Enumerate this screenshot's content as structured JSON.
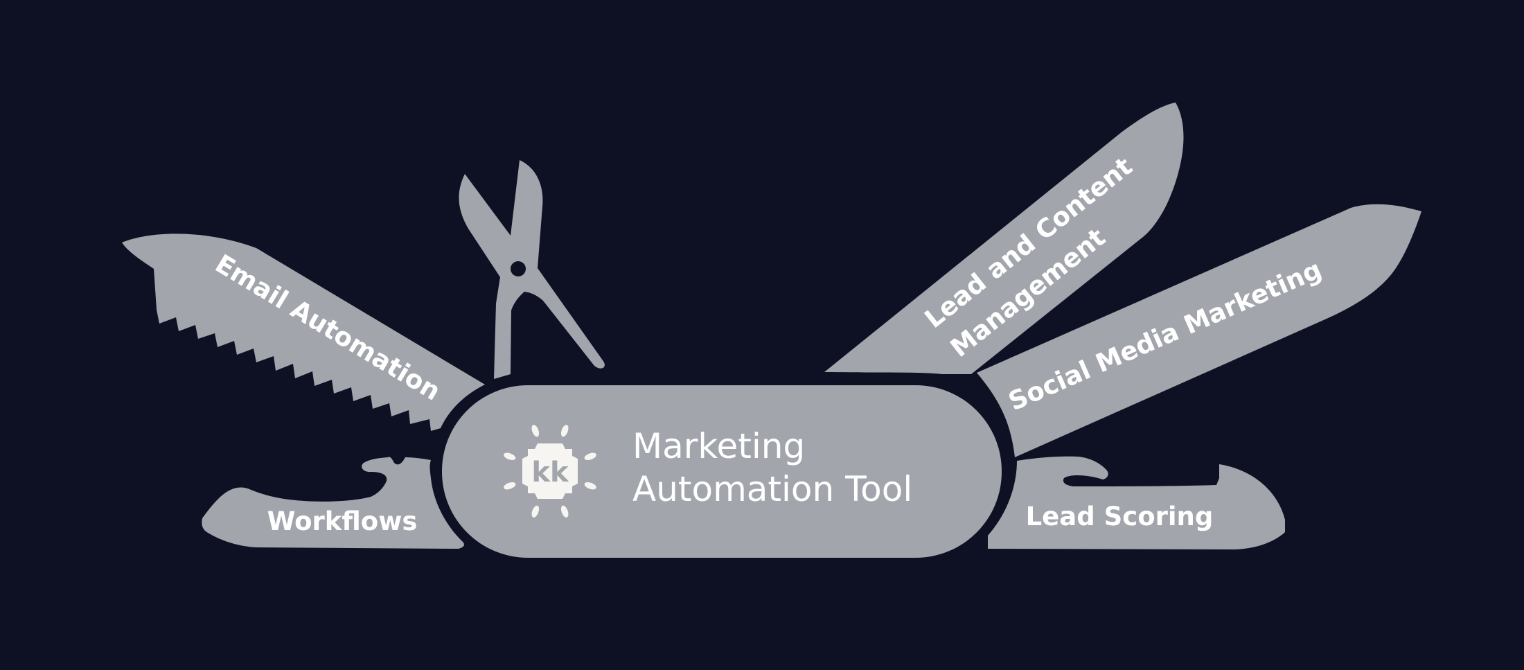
{
  "center": {
    "title_line1": "Marketing",
    "title_line2": "Automation Tool",
    "logo_text": "kk"
  },
  "tools": {
    "email": "Email Automation",
    "lead_content_line1": "Lead and Content",
    "lead_content_line2": "Management",
    "social": "Social Media Marketing",
    "workflows": "Workflows",
    "lead_scoring": "Lead Scoring"
  },
  "colors": {
    "background": "#0e1124",
    "tool_gray": "#a2a5ac",
    "text": "#ffffff",
    "logo_badge": "#f7f5f2"
  }
}
